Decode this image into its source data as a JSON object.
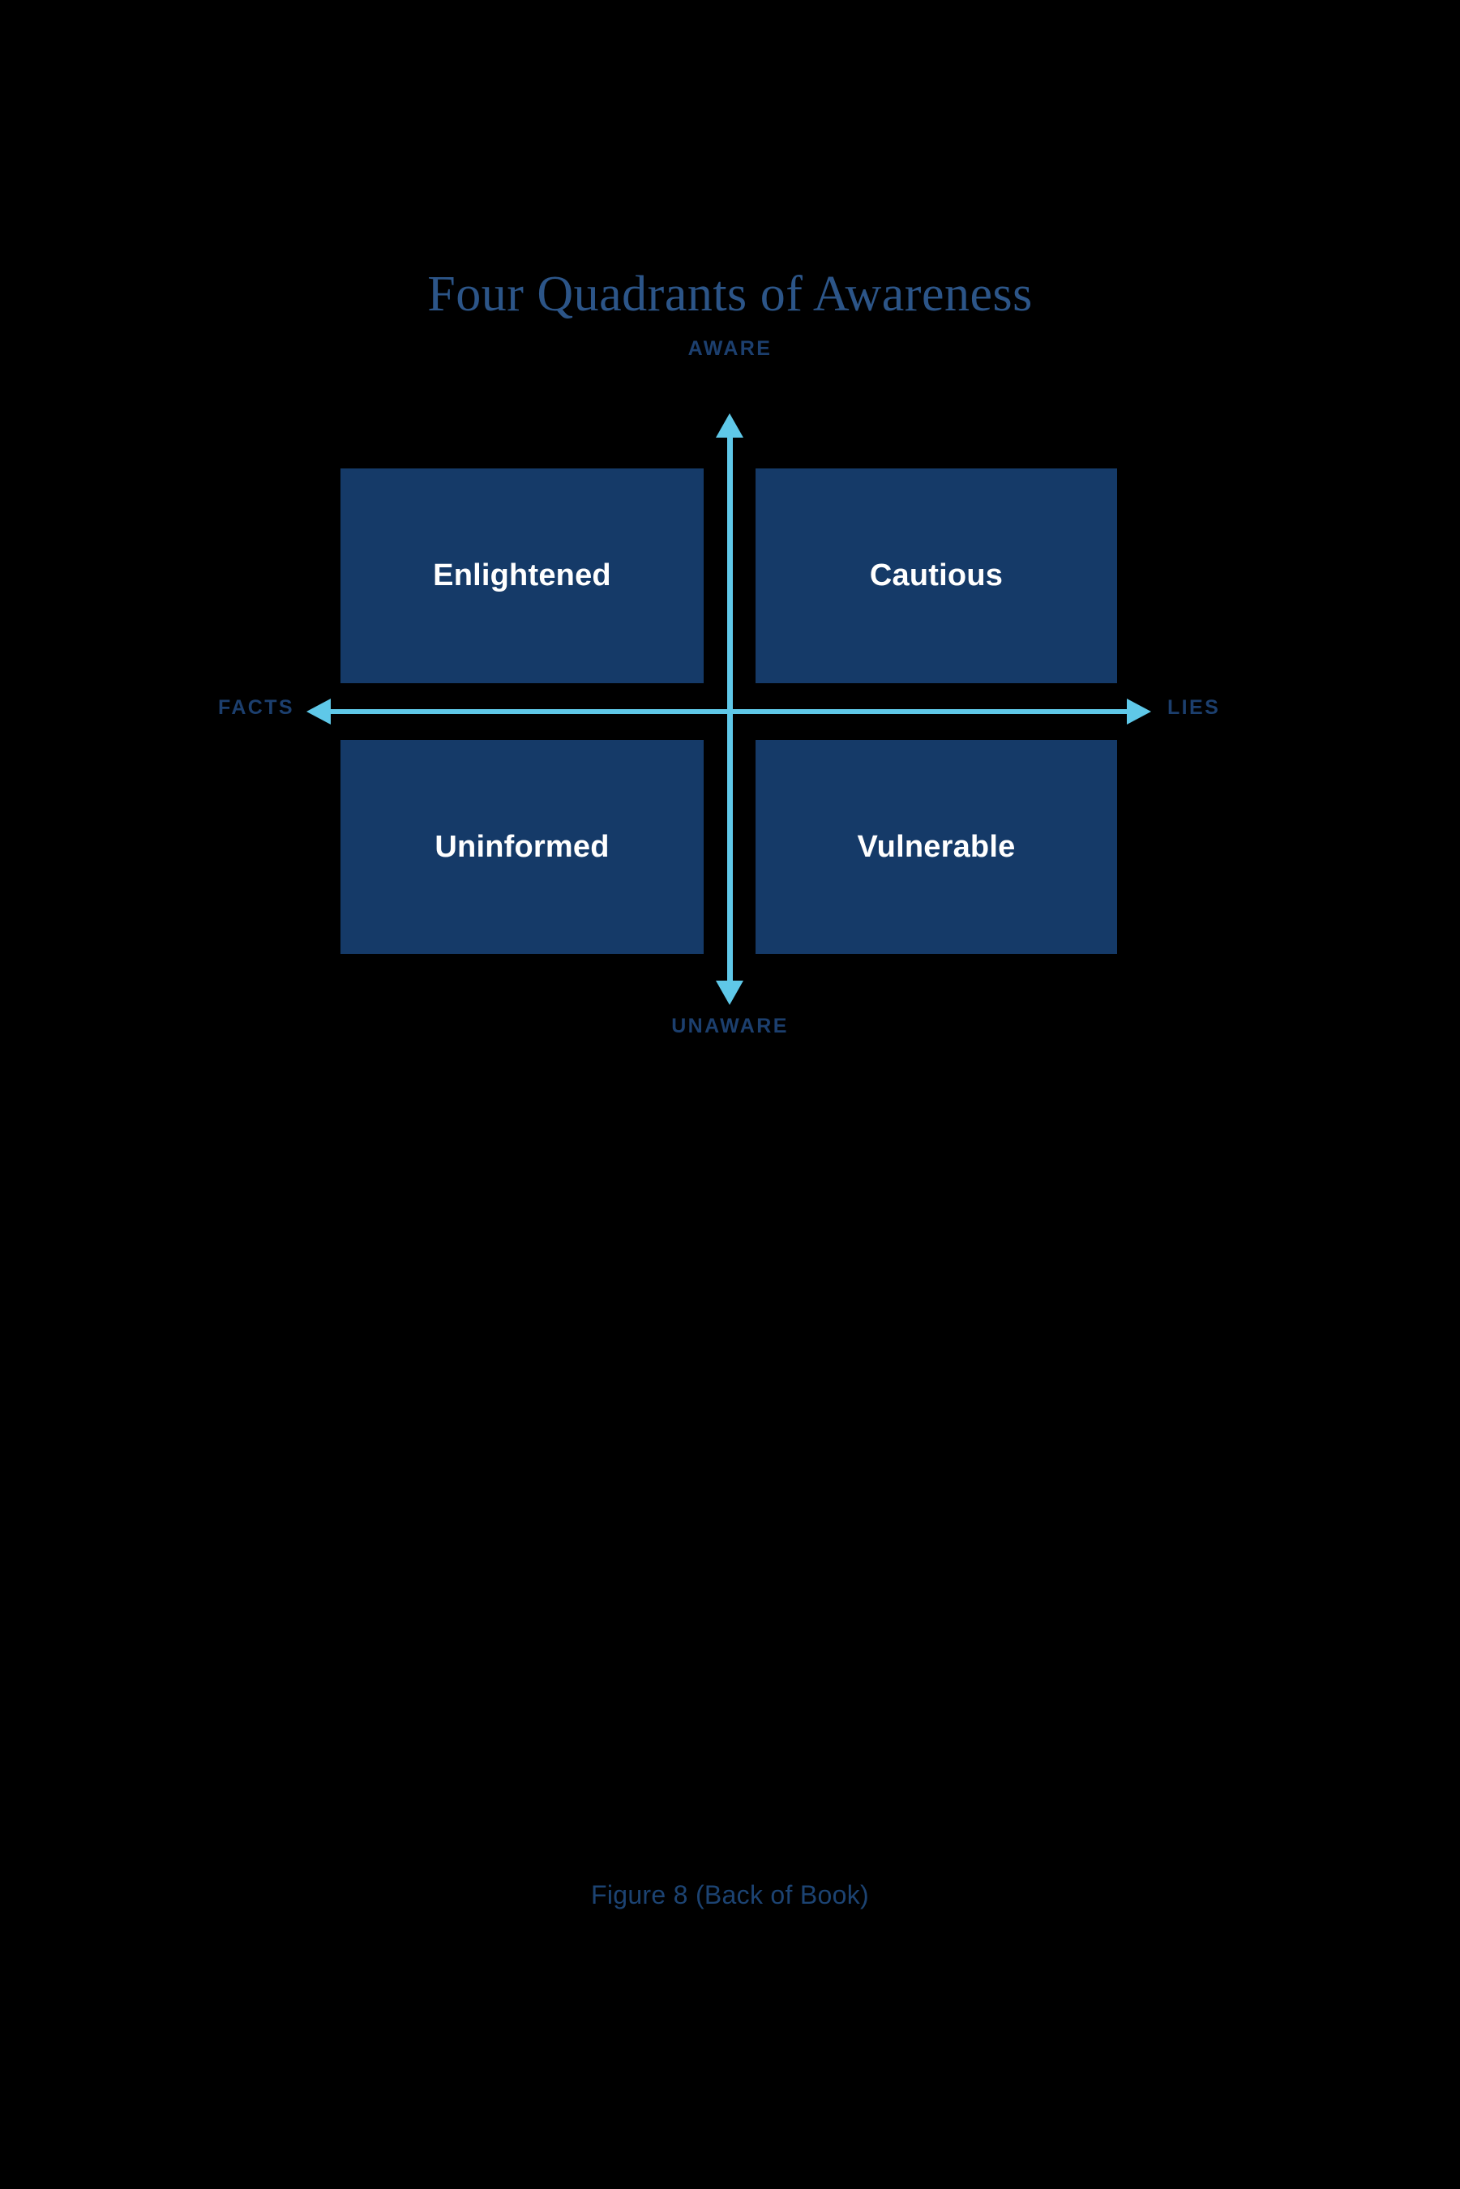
{
  "figure": {
    "title": "Four Quadrants of Awareness",
    "caption": "Figure 8 (Back of Book)",
    "background_color": "#000000",
    "title_color": "#2C5588",
    "caption_color": "#1C4372",
    "axis_color": "#5FC8E8",
    "axis_label_color": "#1C3F6E",
    "quadrant_fill_color": "#153A68",
    "quadrant_text_color": "#FFFFFF"
  },
  "axes": {
    "vertical": {
      "top_label": "AWARE",
      "bottom_label": "UNAWARE",
      "top_icon": "arrow-up-icon",
      "bottom_icon": "arrow-down-icon"
    },
    "horizontal": {
      "left_label": "FACTS",
      "right_label": "LIES",
      "left_icon": "arrow-left-icon",
      "right_icon": "arrow-right-icon"
    }
  },
  "chart_data": {
    "type": "matrix",
    "title": "Four Quadrants of Awareness",
    "xlabel": "",
    "ylabel": "",
    "x_axis": {
      "left": "FACTS",
      "right": "LIES"
    },
    "y_axis": {
      "top": "AWARE",
      "bottom": "UNAWARE"
    },
    "quadrants": [
      {
        "position": "top-left",
        "label": "Enlightened",
        "x": "FACTS",
        "y": "AWARE"
      },
      {
        "position": "top-right",
        "label": "Cautious",
        "x": "LIES",
        "y": "AWARE"
      },
      {
        "position": "bottom-left",
        "label": "Uninformed",
        "x": "FACTS",
        "y": "UNAWARE"
      },
      {
        "position": "bottom-right",
        "label": "Vulnerable",
        "x": "LIES",
        "y": "UNAWARE"
      }
    ],
    "grid": false,
    "legend": "none",
    "annotations": [
      "Figure 8 (Back of Book)"
    ]
  }
}
